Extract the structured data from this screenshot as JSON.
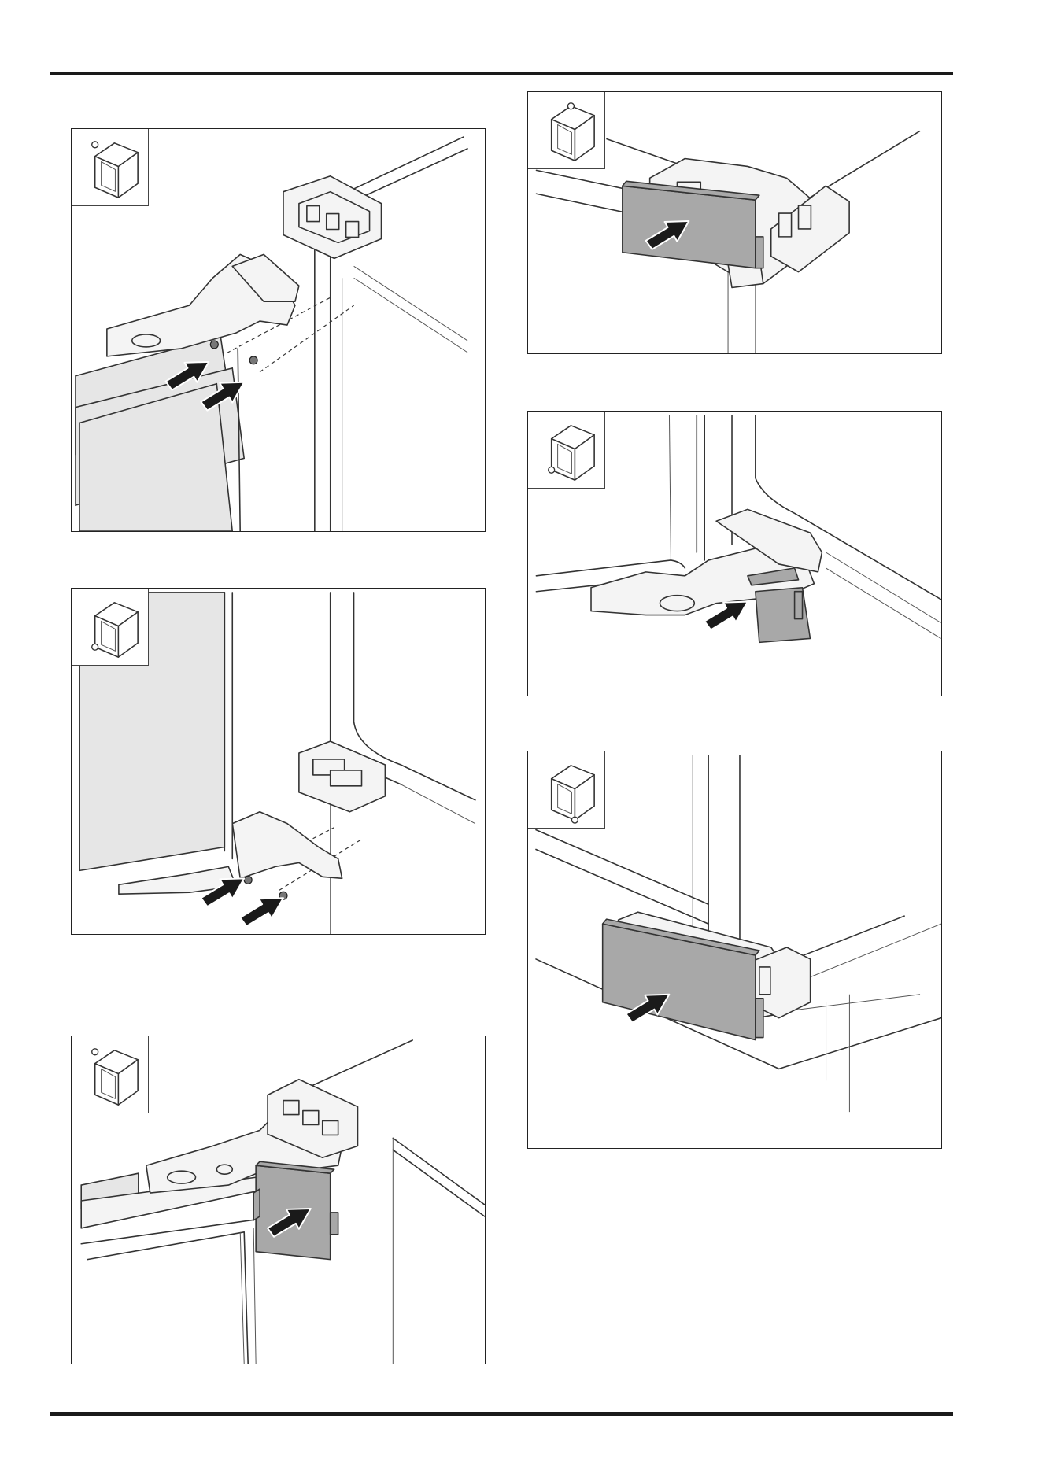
{
  "figures": [
    {
      "id": "hinge-top-left-screw",
      "inset_corner": "top-left"
    },
    {
      "id": "hinge-bottom-left-screw",
      "inset_corner": "bottom-left"
    },
    {
      "id": "cover-top-left-hinge",
      "inset_corner": "top-left"
    },
    {
      "id": "cover-top-right-hinge",
      "inset_corner": "top-right"
    },
    {
      "id": "cover-bottom-left-hinge",
      "inset_corner": "bottom-left"
    },
    {
      "id": "cover-bottom-right-hinge",
      "inset_corner": "bottom-right"
    }
  ],
  "colors": {
    "rule": "#1a1a1a",
    "door_panel": "#e6e6e6",
    "cover_panel": "#a8a8a8",
    "arrow": "#1a1a1a"
  }
}
